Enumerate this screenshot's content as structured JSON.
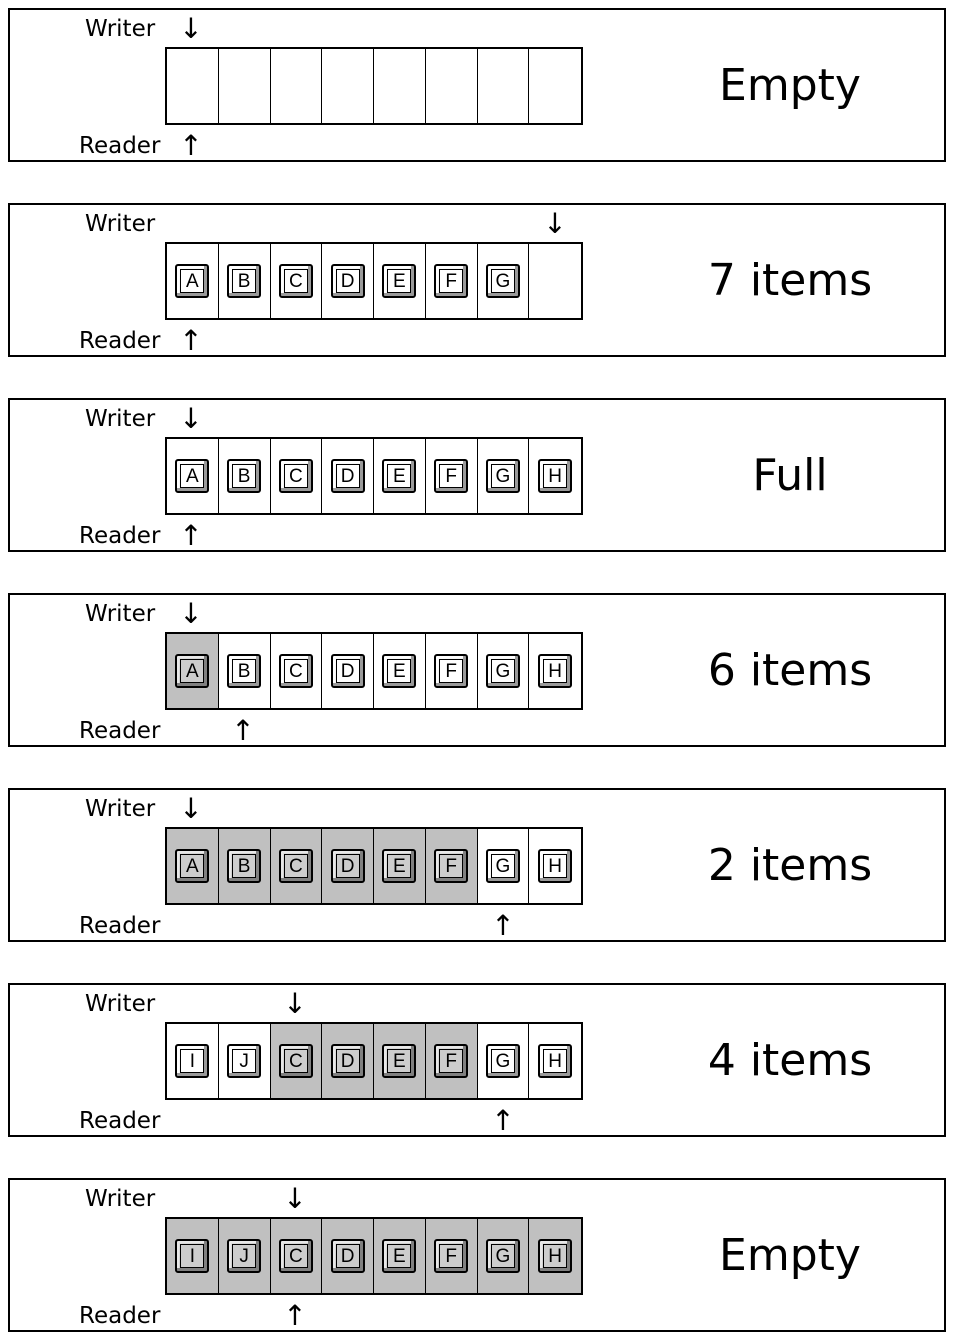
{
  "labels": {
    "writer": "Writer",
    "reader": "Reader"
  },
  "arrows": {
    "down": "↓",
    "up": "↑"
  },
  "panels": [
    {
      "status": "Empty",
      "writer_slot": 0,
      "reader_slot": 0,
      "cells": [
        {
          "letter": "",
          "shaded": false
        },
        {
          "letter": "",
          "shaded": false
        },
        {
          "letter": "",
          "shaded": false
        },
        {
          "letter": "",
          "shaded": false
        },
        {
          "letter": "",
          "shaded": false
        },
        {
          "letter": "",
          "shaded": false
        },
        {
          "letter": "",
          "shaded": false
        },
        {
          "letter": "",
          "shaded": false
        }
      ]
    },
    {
      "status": "7 items",
      "writer_slot": 7,
      "reader_slot": 0,
      "cells": [
        {
          "letter": "A",
          "shaded": false
        },
        {
          "letter": "B",
          "shaded": false
        },
        {
          "letter": "C",
          "shaded": false
        },
        {
          "letter": "D",
          "shaded": false
        },
        {
          "letter": "E",
          "shaded": false
        },
        {
          "letter": "F",
          "shaded": false
        },
        {
          "letter": "G",
          "shaded": false
        },
        {
          "letter": "",
          "shaded": false
        }
      ]
    },
    {
      "status": "Full",
      "writer_slot": 0,
      "reader_slot": 0,
      "cells": [
        {
          "letter": "A",
          "shaded": false
        },
        {
          "letter": "B",
          "shaded": false
        },
        {
          "letter": "C",
          "shaded": false
        },
        {
          "letter": "D",
          "shaded": false
        },
        {
          "letter": "E",
          "shaded": false
        },
        {
          "letter": "F",
          "shaded": false
        },
        {
          "letter": "G",
          "shaded": false
        },
        {
          "letter": "H",
          "shaded": false
        }
      ]
    },
    {
      "status": "6 items",
      "writer_slot": 0,
      "reader_slot": 1,
      "cells": [
        {
          "letter": "A",
          "shaded": true
        },
        {
          "letter": "B",
          "shaded": false
        },
        {
          "letter": "C",
          "shaded": false
        },
        {
          "letter": "D",
          "shaded": false
        },
        {
          "letter": "E",
          "shaded": false
        },
        {
          "letter": "F",
          "shaded": false
        },
        {
          "letter": "G",
          "shaded": false
        },
        {
          "letter": "H",
          "shaded": false
        }
      ]
    },
    {
      "status": "2 items",
      "writer_slot": 0,
      "reader_slot": 6,
      "cells": [
        {
          "letter": "A",
          "shaded": true
        },
        {
          "letter": "B",
          "shaded": true
        },
        {
          "letter": "C",
          "shaded": true
        },
        {
          "letter": "D",
          "shaded": true
        },
        {
          "letter": "E",
          "shaded": true
        },
        {
          "letter": "F",
          "shaded": true
        },
        {
          "letter": "G",
          "shaded": false
        },
        {
          "letter": "H",
          "shaded": false
        }
      ]
    },
    {
      "status": "4 items",
      "writer_slot": 2,
      "reader_slot": 6,
      "cells": [
        {
          "letter": "I",
          "shaded": false
        },
        {
          "letter": "J",
          "shaded": false
        },
        {
          "letter": "C",
          "shaded": true
        },
        {
          "letter": "D",
          "shaded": true
        },
        {
          "letter": "E",
          "shaded": true
        },
        {
          "letter": "F",
          "shaded": true
        },
        {
          "letter": "G",
          "shaded": false
        },
        {
          "letter": "H",
          "shaded": false
        }
      ]
    },
    {
      "status": "Empty",
      "writer_slot": 2,
      "reader_slot": 2,
      "cells": [
        {
          "letter": "I",
          "shaded": true
        },
        {
          "letter": "J",
          "shaded": true
        },
        {
          "letter": "C",
          "shaded": true
        },
        {
          "letter": "D",
          "shaded": true
        },
        {
          "letter": "E",
          "shaded": true
        },
        {
          "letter": "F",
          "shaded": true
        },
        {
          "letter": "G",
          "shaded": true
        },
        {
          "letter": "H",
          "shaded": true
        }
      ]
    }
  ]
}
